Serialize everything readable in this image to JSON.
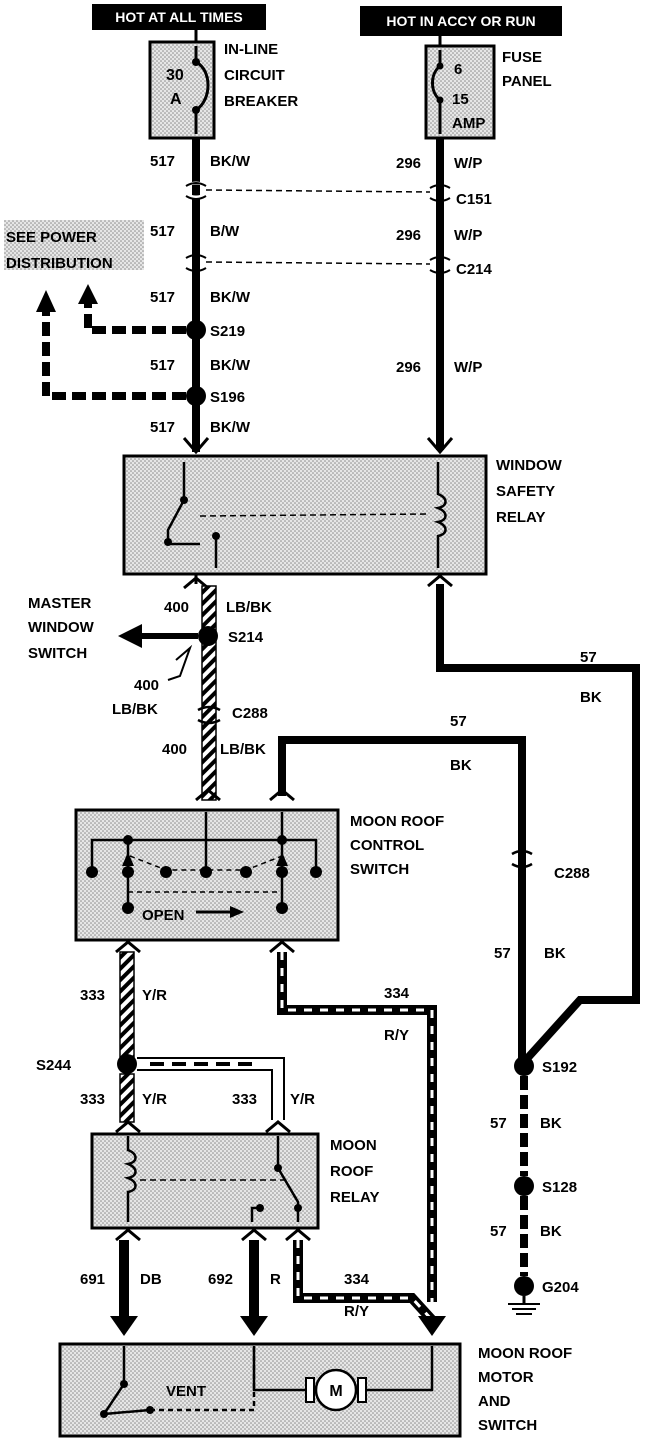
{
  "headers": {
    "hot_at_all_times": "HOT AT ALL TIMES",
    "hot_in_accy_or_run": "HOT IN ACCY OR RUN"
  },
  "components": {
    "breaker_line1": "IN-LINE",
    "breaker_line2": "CIRCUIT",
    "breaker_line3": "BREAKER",
    "breaker_amps_num": "30",
    "breaker_amps_unit": "A",
    "fuse_line1": "FUSE",
    "fuse_line2": "PANEL",
    "fuse_num": "6",
    "fuse_amps": "15",
    "fuse_unit": "AMP",
    "see_power_1": "SEE POWER",
    "see_power_2": "DISTRIBUTION",
    "window_relay_1": "WINDOW",
    "window_relay_2": "SAFETY",
    "window_relay_3": "RELAY",
    "master_1": "MASTER",
    "master_2": "WINDOW",
    "master_3": "SWITCH",
    "control_1": "MOON ROOF",
    "control_2": "CONTROL",
    "control_3": "SWITCH",
    "open_label": "OPEN",
    "roof_relay_1": "MOON",
    "roof_relay_2": "ROOF",
    "roof_relay_3": "RELAY",
    "motor_1": "MOON ROOF",
    "motor_2": "MOTOR",
    "motor_3": "AND",
    "motor_4": "SWITCH",
    "vent_label": "VENT",
    "motor_symbol": "M"
  },
  "wires": {
    "w517_1_num": "517",
    "w517_1_col": "BK/W",
    "w517_2_num": "517",
    "w517_2_col": "B/W",
    "w517_3_num": "517",
    "w517_3_col": "BK/W",
    "w517_4_num": "517",
    "w517_4_col": "BK/W",
    "w517_5_num": "517",
    "w517_5_col": "BK/W",
    "w296_1_num": "296",
    "w296_1_col": "W/P",
    "w296_2_num": "296",
    "w296_2_col": "W/P",
    "w296_3_num": "296",
    "w296_3_col": "W/P",
    "w400_1_num": "400",
    "w400_1_col": "LB/BK",
    "w400_2_num": "400",
    "w400_2_col": "LB/BK",
    "w400_3_num": "400",
    "w400_3_col": "LB/BK",
    "w57_1_num": "57",
    "w57_1_col": "BK",
    "w57_2_num": "57",
    "w57_2_col": "BK",
    "w57_3_num": "57",
    "w57_3_col": "BK",
    "w57_4_num": "57",
    "w57_4_col": "BK",
    "w57_5_num": "57",
    "w57_5_col": "BK",
    "w333_1_num": "333",
    "w333_1_col": "Y/R",
    "w333_2_num": "333",
    "w333_2_col": "Y/R",
    "w333_3_num": "333",
    "w333_3_col": "Y/R",
    "w334_1_num": "334",
    "w334_1_col": "R/Y",
    "w334_2_num": "334",
    "w334_2_col": "R/Y",
    "w691_num": "691",
    "w691_col": "DB",
    "w692_num": "692",
    "w692_col": "R"
  },
  "connectors": {
    "c151": "C151",
    "c214": "C214",
    "c288_a": "C288",
    "c288_b": "C288"
  },
  "splices": {
    "s219": "S219",
    "s196": "S196",
    "s214": "S214",
    "s244": "S244",
    "s192": "S192",
    "s128": "S128"
  },
  "ground": {
    "g204": "G204"
  }
}
